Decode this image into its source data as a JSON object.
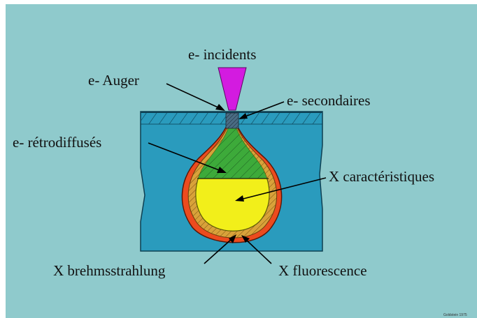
{
  "labels": {
    "incidents": "e- incidents",
    "auger": "e- Auger",
    "secondaires": "e- secondaires",
    "retrodiffuses": "e- rétrodiffusés",
    "caracteristiques": "X caractéristiques",
    "brehmsstrahlung": "X brehmsstrahlung",
    "fluorescence": "X fluorescence"
  },
  "credit": "Goldstein 1975",
  "colors": {
    "background": "#8fcacc",
    "specimen": "#2a9bbd",
    "beam": "#d31be0",
    "backscatter_zone": "#3daa3a",
    "characteristic_zone": "#f2ef1a",
    "continuum_zone": "#d8a23a",
    "fluorescence_zone": "#ec4b1e"
  }
}
